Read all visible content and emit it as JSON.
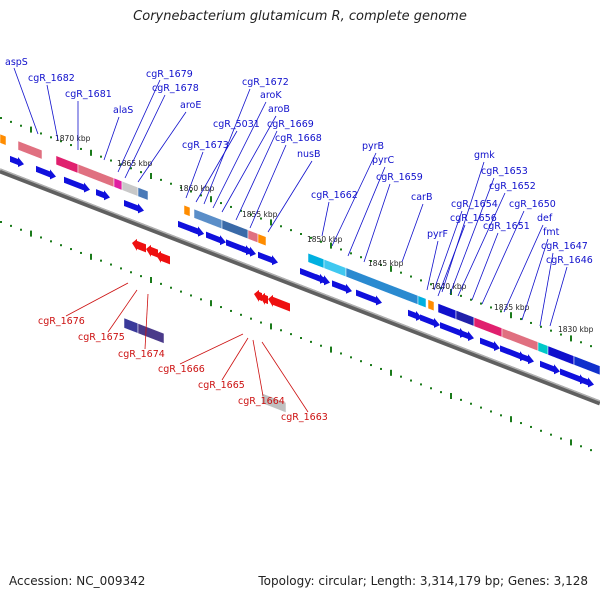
{
  "title": "Corynebacterium glutamicum R, complete genome",
  "footer": {
    "accession": "Accession: NC_009342",
    "summary": "Topology: circular; Length: 3,314,179 bp; Genes: 3,128"
  },
  "colors": {
    "forward_label": "#1010cc",
    "reverse_label": "#cc1010",
    "backbone": "#808080",
    "tick": "#1a7a1a"
  },
  "scale_labels": [
    "1870 kbp",
    "1865 kbp",
    "1860 kbp",
    "1855 kbp",
    "1850 kbp",
    "1845 kbp",
    "1840 kbp",
    "1835 kbp",
    "1830 kbp"
  ],
  "forward_genes": [
    "aspS",
    "cgR_1682",
    "cgR_1681",
    "alaS",
    "cgR_1679",
    "cgR_1678",
    "aroE",
    "cgR_1673",
    "cgR_5031",
    "cgR_1672",
    "aroK",
    "aroB",
    "cgR_1669",
    "cgR_1668",
    "nusB",
    "cgR_1662",
    "pyrB",
    "pyrC",
    "cgR_1659",
    "carB",
    "pyrF",
    "cgR_1656",
    "cgR_1654",
    "gmk",
    "cgR_1653",
    "cgR_1652",
    "cgR_1651",
    "cgR_1650",
    "def",
    "fmt",
    "cgR_1647",
    "cgR_1646"
  ],
  "reverse_genes": [
    "cgR_1676",
    "cgR_1675",
    "cgR_1674",
    "cgR_1666",
    "cgR_1665",
    "cgR_1664",
    "cgR_1663"
  ]
}
